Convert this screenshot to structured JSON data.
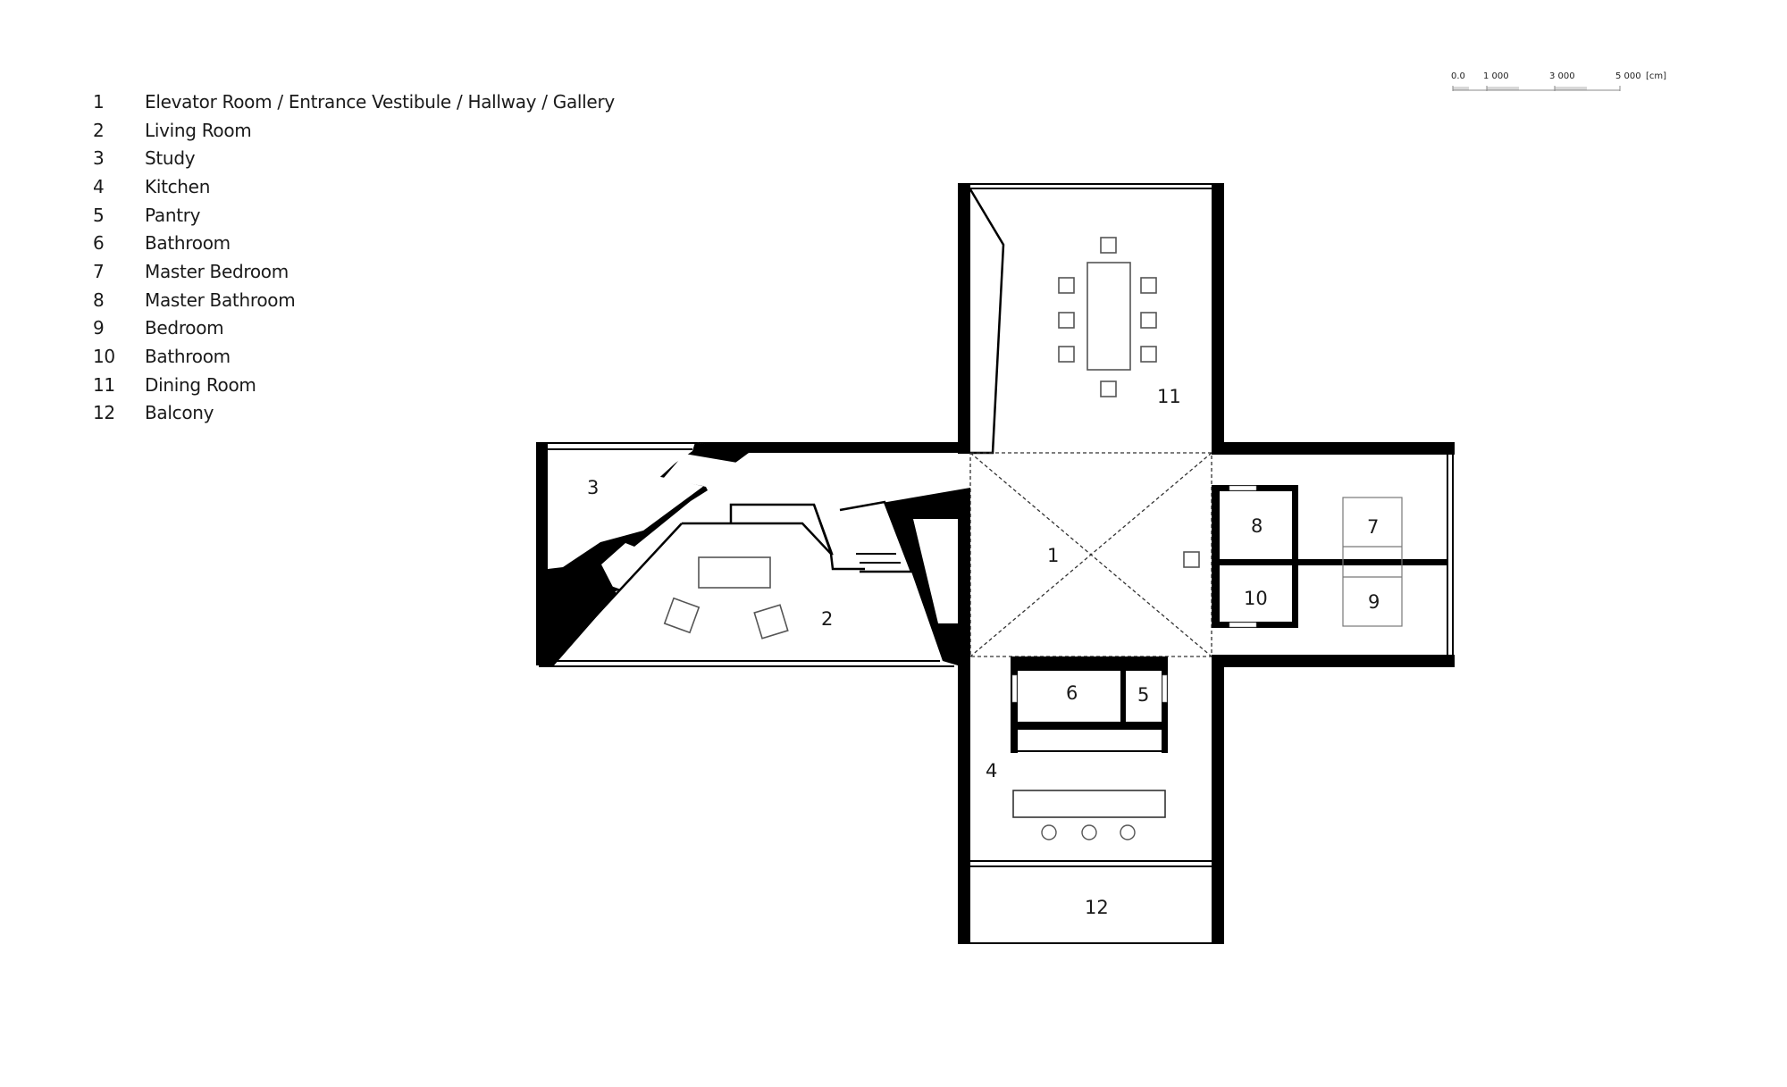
{
  "legend": {
    "items": [
      {
        "num": "1",
        "label": "Elevator Room / Entrance Vestibule / Hallway / Gallery"
      },
      {
        "num": "2",
        "label": "Living Room"
      },
      {
        "num": "3",
        "label": "Study"
      },
      {
        "num": "4",
        "label": "Kitchen"
      },
      {
        "num": "5",
        "label": "Pantry"
      },
      {
        "num": "6",
        "label": "Bathroom"
      },
      {
        "num": "7",
        "label": "Master Bedroom"
      },
      {
        "num": "8",
        "label": "Master Bathroom"
      },
      {
        "num": "9",
        "label": "Bedroom"
      },
      {
        "num": "10",
        "label": "Bathroom"
      },
      {
        "num": "11",
        "label": "Dining Room"
      },
      {
        "num": "12",
        "label": "Balcony"
      }
    ]
  },
  "scale_bar": {
    "ticks": [
      "0.0",
      "1 000",
      "3 000",
      "5 000"
    ],
    "unit": "[cm]"
  },
  "plan": {
    "room_labels": {
      "r1": "1",
      "r2": "2",
      "r3": "3",
      "r4": "4",
      "r5": "5",
      "r6": "6",
      "r7": "7",
      "r8": "8",
      "r9": "9",
      "r10": "10",
      "r11": "11",
      "r12": "12"
    },
    "colors": {
      "wall": "#000000",
      "furniture": "#555555",
      "background": "#ffffff"
    }
  }
}
